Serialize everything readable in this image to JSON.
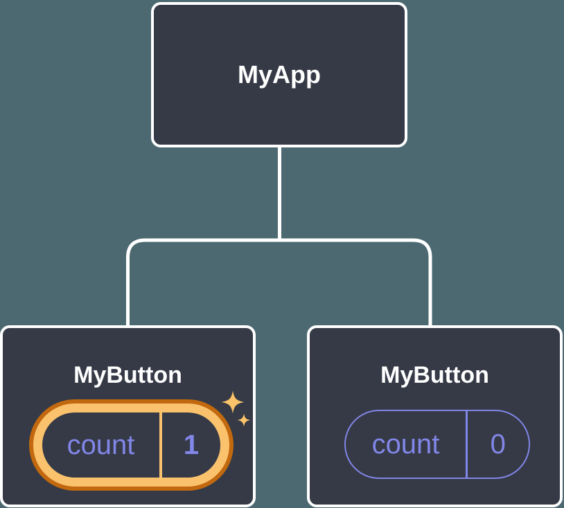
{
  "colors": {
    "canvas-bg": "#4c6972",
    "node-bg": "#353a46",
    "node-border": "#ffffff",
    "node-text": "#ffffff",
    "state-purple": "#8286e8",
    "highlight-gold": "#fbc26d",
    "highlight-orange": "#c2690f",
    "sparkle-gold": "#fbc36a"
  },
  "nodes": {
    "root": {
      "label": "MyApp"
    },
    "left": {
      "label": "MyButton",
      "state_name": "count",
      "state_value": "1"
    },
    "right": {
      "label": "MyButton",
      "state_name": "count",
      "state_value": "0"
    }
  }
}
